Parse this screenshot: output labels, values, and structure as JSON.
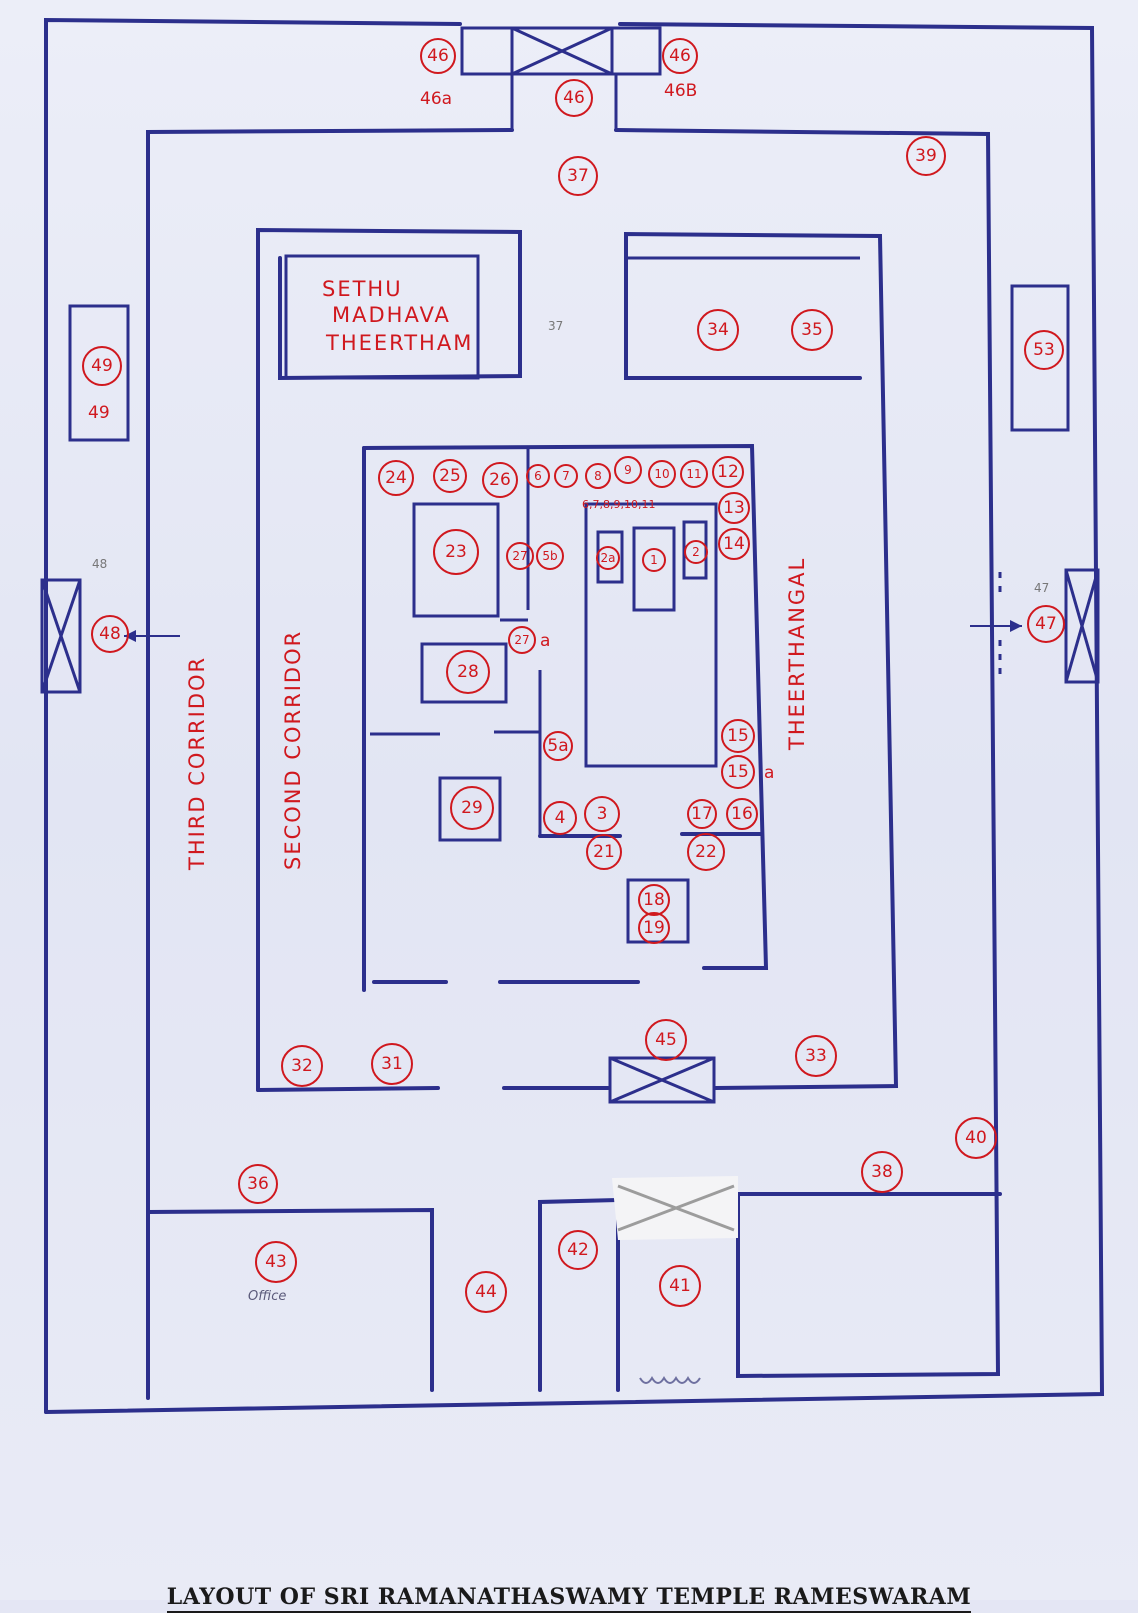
{
  "caption": "LAYOUT OF SRI RAMANATHASWAMY TEMPLE RAMESWARAM",
  "labels": {
    "sethu": [
      "SETHU",
      "MADHAVA",
      "THEERTHAM"
    ],
    "third_corridor": "THIRD CORRIDOR",
    "second_corridor": "SECOND CORRIDOR",
    "theerthangal": "THEERTHANGAL",
    "office": "Office",
    "l46a": "46a",
    "l46b": "46B",
    "l49": "49",
    "l6_11": "6,7,8,9,10,11",
    "l27a": "a",
    "l15a": "a",
    "pencil_48": "48",
    "pencil_47": "47",
    "pencil_37": "37"
  },
  "markers": [
    {
      "id": "m-46-left",
      "text": "46"
    },
    {
      "id": "m-46",
      "text": "46"
    },
    {
      "id": "m-46-right",
      "text": "46"
    },
    {
      "id": "m-37",
      "text": "37"
    },
    {
      "id": "m-39",
      "text": "39"
    },
    {
      "id": "m-34",
      "text": "34"
    },
    {
      "id": "m-35",
      "text": "35"
    },
    {
      "id": "m-49",
      "text": "49"
    },
    {
      "id": "m-53",
      "text": "53"
    },
    {
      "id": "m-24",
      "text": "24"
    },
    {
      "id": "m-25",
      "text": "25"
    },
    {
      "id": "m-26",
      "text": "26"
    },
    {
      "id": "m-6",
      "text": "6"
    },
    {
      "id": "m-7",
      "text": "7"
    },
    {
      "id": "m-8",
      "text": "8"
    },
    {
      "id": "m-9",
      "text": "9"
    },
    {
      "id": "m-10",
      "text": "10"
    },
    {
      "id": "m-11",
      "text": "11"
    },
    {
      "id": "m-12",
      "text": "12"
    },
    {
      "id": "m-13",
      "text": "13"
    },
    {
      "id": "m-14",
      "text": "14"
    },
    {
      "id": "m-23",
      "text": "23"
    },
    {
      "id": "m-27",
      "text": "27"
    },
    {
      "id": "m-5b",
      "text": "5b"
    },
    {
      "id": "m-2a",
      "text": "2a"
    },
    {
      "id": "m-1",
      "text": "1"
    },
    {
      "id": "m-2",
      "text": "2"
    },
    {
      "id": "m-48",
      "text": "48"
    },
    {
      "id": "m-47",
      "text": "47"
    },
    {
      "id": "m-27a",
      "text": "27"
    },
    {
      "id": "m-28",
      "text": "28"
    },
    {
      "id": "m-5a",
      "text": "5a"
    },
    {
      "id": "m-15",
      "text": "15"
    },
    {
      "id": "m-15a",
      "text": "15"
    },
    {
      "id": "m-29",
      "text": "29"
    },
    {
      "id": "m-4",
      "text": "4"
    },
    {
      "id": "m-3",
      "text": "3"
    },
    {
      "id": "m-17",
      "text": "17"
    },
    {
      "id": "m-16",
      "text": "16"
    },
    {
      "id": "m-21",
      "text": "21"
    },
    {
      "id": "m-22",
      "text": "22"
    },
    {
      "id": "m-18",
      "text": "18"
    },
    {
      "id": "m-19",
      "text": "19"
    },
    {
      "id": "m-45",
      "text": "45"
    },
    {
      "id": "m-32",
      "text": "32"
    },
    {
      "id": "m-31",
      "text": "31"
    },
    {
      "id": "m-33",
      "text": "33"
    },
    {
      "id": "m-40",
      "text": "40"
    },
    {
      "id": "m-38",
      "text": "38"
    },
    {
      "id": "m-36",
      "text": "36"
    },
    {
      "id": "m-43",
      "text": "43"
    },
    {
      "id": "m-42",
      "text": "42"
    },
    {
      "id": "m-44",
      "text": "44"
    },
    {
      "id": "m-41",
      "text": "41"
    }
  ],
  "colors": {
    "ink_blue": "#2c2f8c",
    "ink_red": "#d0181e",
    "paper": "#e4e6f4"
  }
}
